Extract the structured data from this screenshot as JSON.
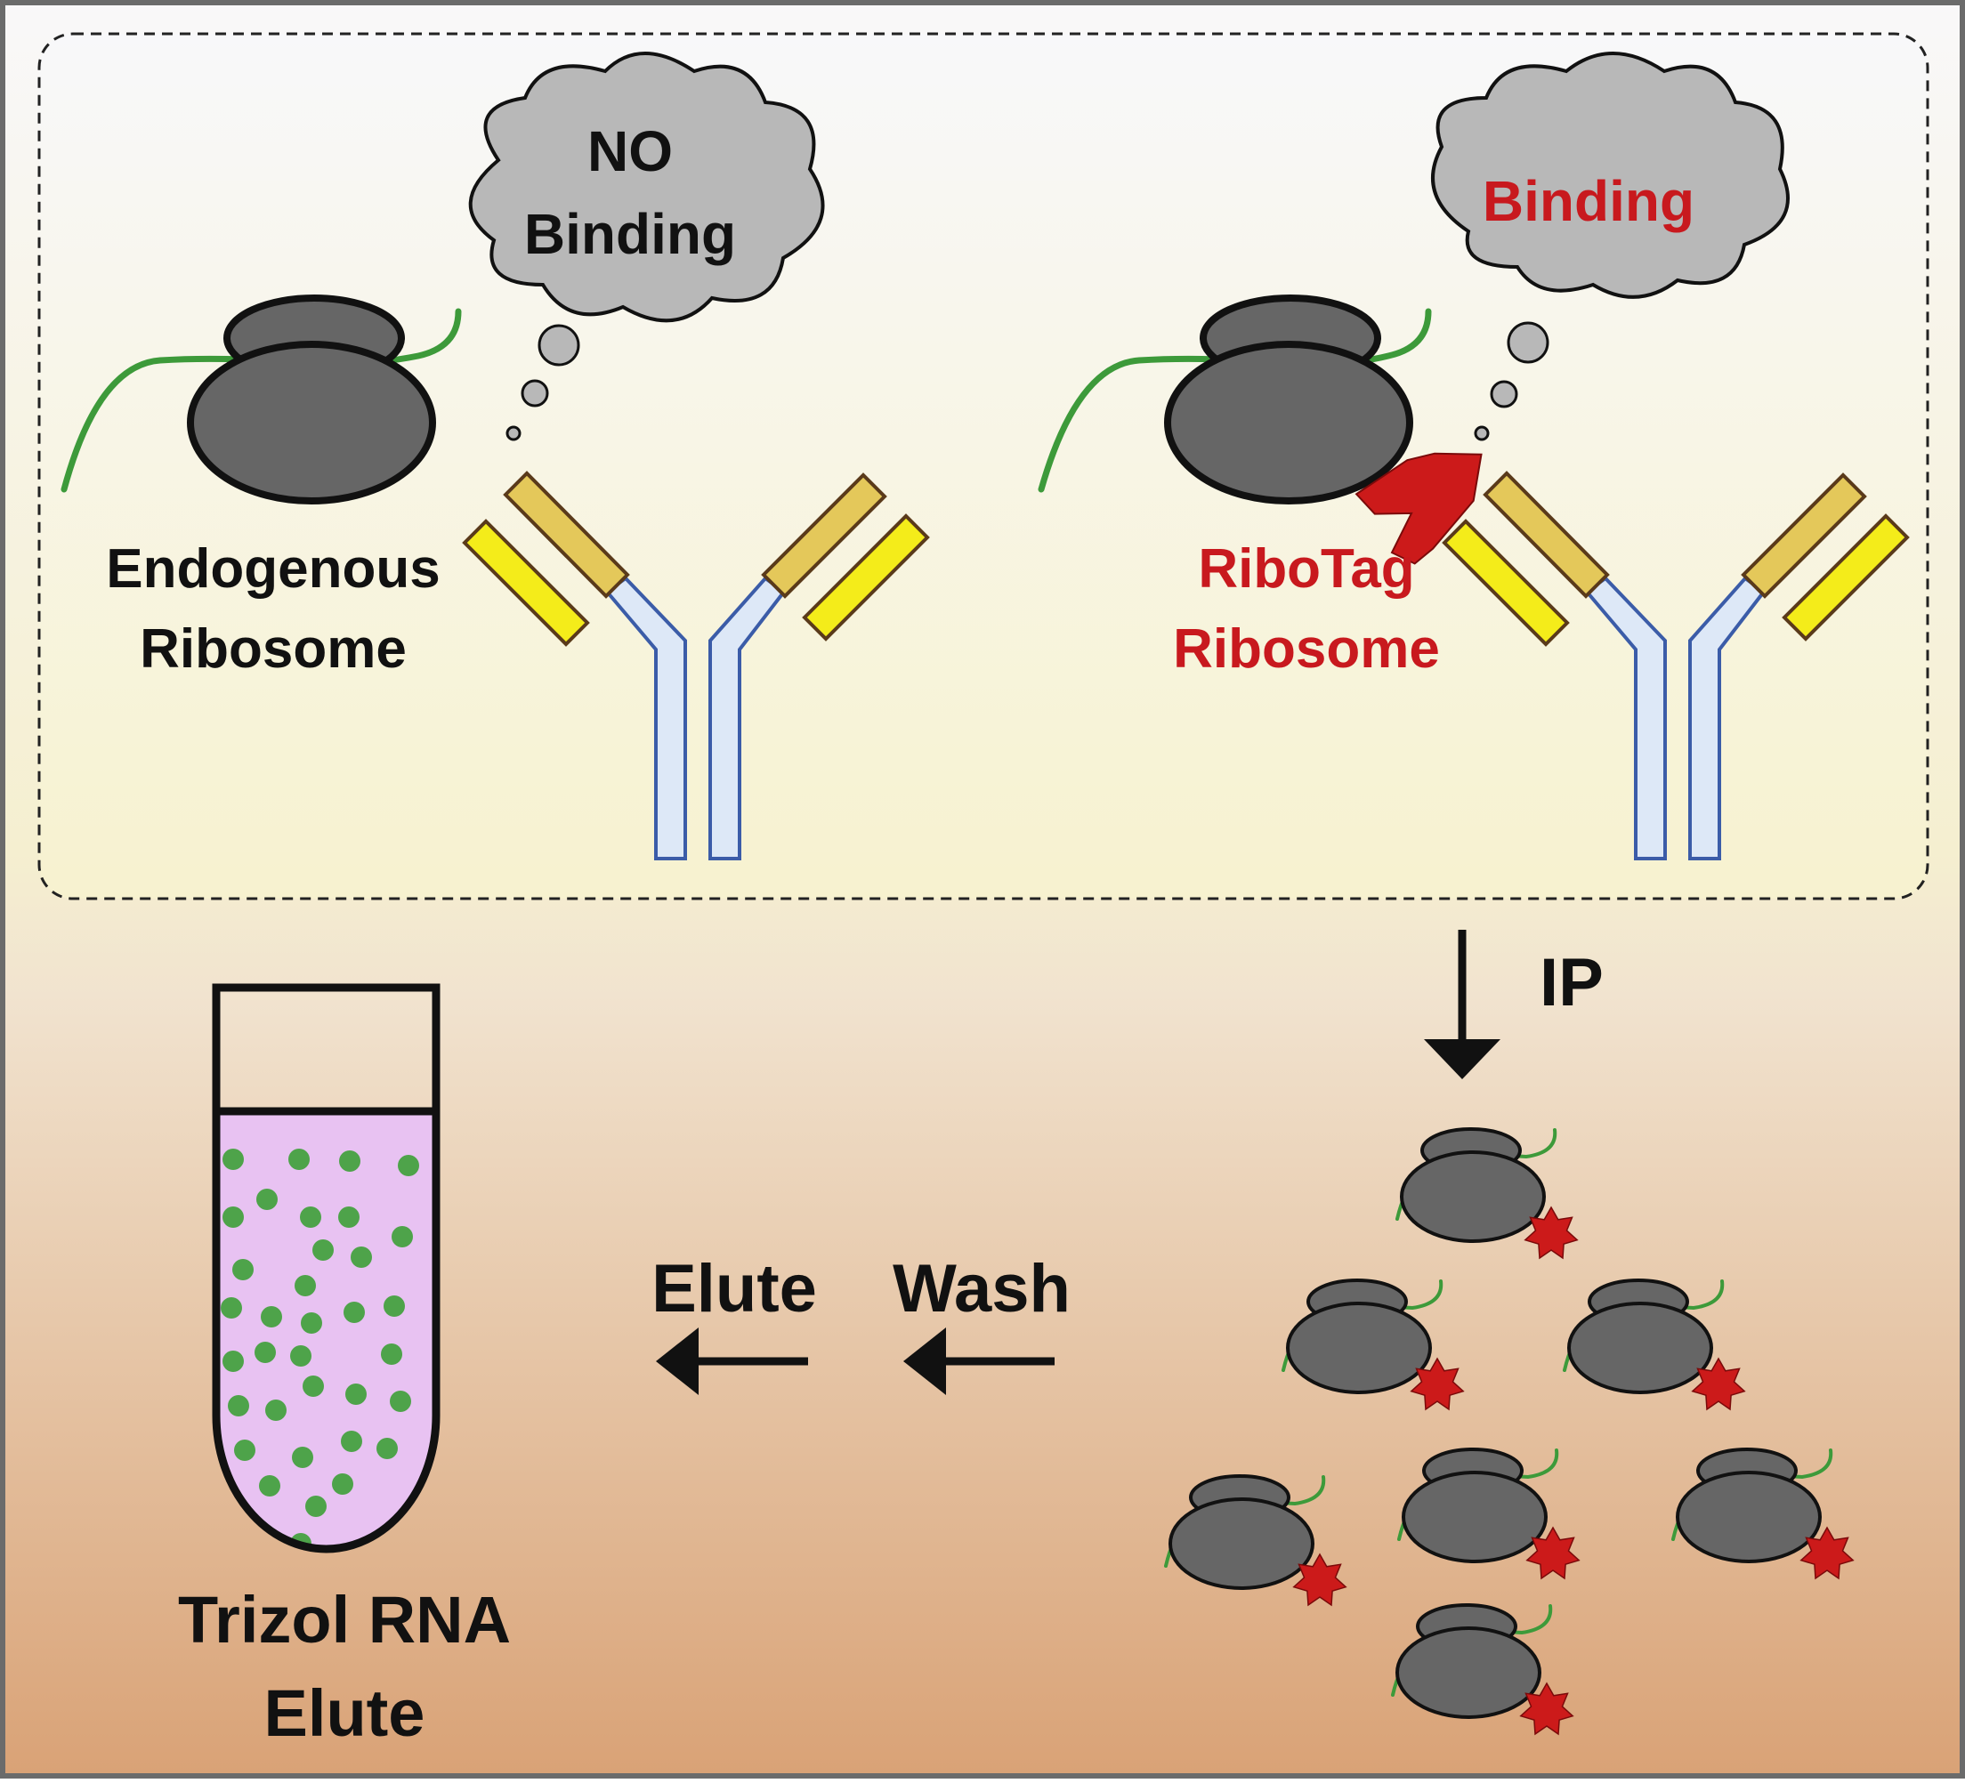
{
  "colors": {
    "bg_top": "#f9f8f9",
    "bg_mid": "#f5efd0",
    "bg_bottom": "#d9a276",
    "frame": "#6b6b6b",
    "ribosome_fill": "#666666",
    "ribosome_stroke": "#111111",
    "mrna": "#3d9a3a",
    "tag": "#cc1a1a",
    "cloud": "#b8b8b8",
    "heavy_chain": "#dde8f7",
    "heavy_chain_stroke": "#3b5ca8",
    "light_const": "#e4c85a",
    "light_var": "#f4ec1a",
    "tube_liquid": "#e8c2f2",
    "rna_dot": "#4ea34a",
    "text_dark": "#111111",
    "text_red": "#c8191e"
  },
  "left_panel": {
    "thought": [
      "NO",
      "Binding"
    ],
    "ribosome_label": [
      "Endogenous",
      "Ribosome"
    ]
  },
  "right_panel": {
    "thought": "Binding",
    "ribosome_label": [
      "RiboTag",
      "Ribosome"
    ]
  },
  "steps": {
    "ip": "IP",
    "wash": "Wash",
    "elute": "Elute"
  },
  "tube_label": [
    "Trizol RNA",
    "Elute"
  ]
}
